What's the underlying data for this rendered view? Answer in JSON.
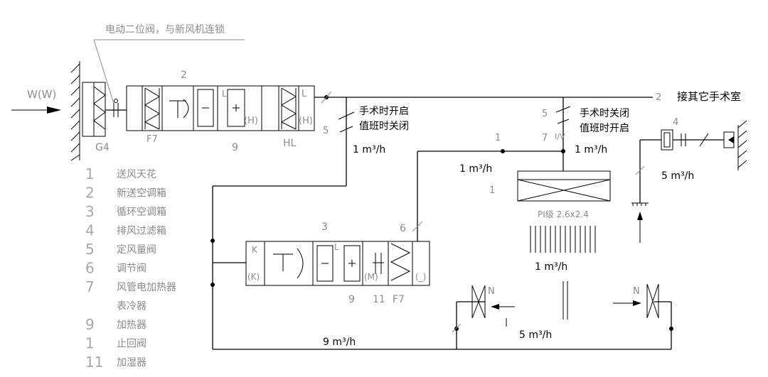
{
  "title_note": "电动二位阀，与新风机连锁",
  "inlet_label": "W(W)",
  "filters": {
    "g4": "G4",
    "f7": "F7",
    "f7_b": "F7",
    "hl": "HL"
  },
  "ahu_fresh": {
    "number": "2",
    "l1": "L",
    "l2": "L",
    "heater": "(H)",
    "hum": "(H)",
    "bottom": "9"
  },
  "ahu_recirc": {
    "number": "3",
    "k": "K",
    "k2": "(K)",
    "l": "L",
    "m": "(M)",
    "end": "(_)",
    "n9": "9",
    "n11": "11"
  },
  "annotations": {
    "surgery_open": "手术时开启",
    "duty_close": "值班时关闭",
    "surgery_close": "手术时关闭",
    "duty_open": "值班时开启",
    "other_rooms": "接其它手术室",
    "n2": "2",
    "n4": "4",
    "n5a": "5",
    "n5b": "5",
    "n7": "7",
    "n1a": "1",
    "n1b": "1",
    "n6": "6",
    "flow1": "1      m³/h",
    "flow2": "1      m³/h",
    "flow3": "1      m³/h",
    "flow4": "5      m³/h",
    "flow5": "1      m³/h",
    "flow6": "5      m³/h",
    "flow7": "9      m³/h",
    "diffuser": "PI级 2.6x2.4",
    "n_left": "N",
    "n_right": "N"
  },
  "legend": [
    {
      "num": "1",
      "text": "送风天花"
    },
    {
      "num": "2",
      "text": "新送空调箱"
    },
    {
      "num": "3",
      "text": "循环空调箱"
    },
    {
      "num": "4",
      "text": "排风过滤箱"
    },
    {
      "num": "5",
      "text": "定风量阀"
    },
    {
      "num": "6",
      "text": "调节阀"
    },
    {
      "num": "7",
      "text": "风管电加热器"
    },
    {
      "num": "",
      "text": "表冷器"
    },
    {
      "num": "9",
      "text": "加热器"
    },
    {
      "num": "1",
      "text": "止回阀"
    },
    {
      "num": "11",
      "text": "加湿器"
    }
  ]
}
